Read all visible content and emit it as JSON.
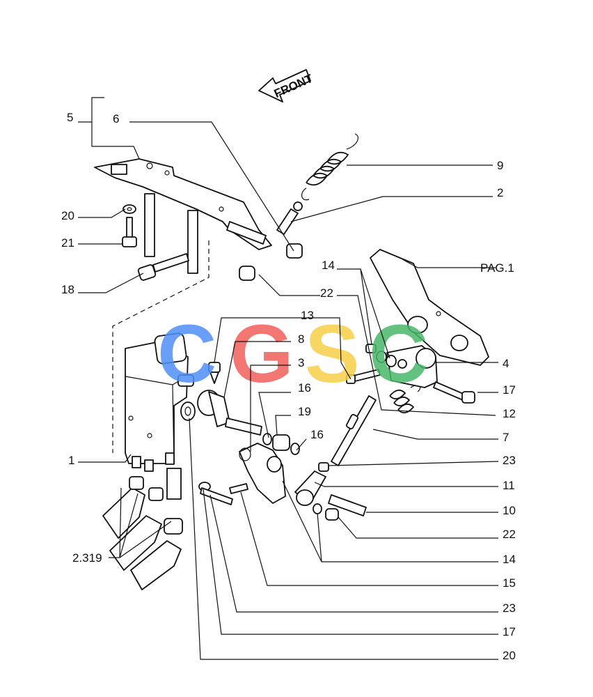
{
  "orientation": {
    "front_label": "FRONT"
  },
  "watermark": {
    "text": "CGSC",
    "colors": [
      "#4f8ff7",
      "#f0605a",
      "#f6d04a",
      "#49b86a"
    ]
  },
  "labels": {
    "l1": "1",
    "l2": "2",
    "l3": "3",
    "l4": "4",
    "l5": "5",
    "l6": "6",
    "l7": "7",
    "l8": "8",
    "l9": "9",
    "l10": "10",
    "l11": "11",
    "l12": "12",
    "l13": "13",
    "l14a": "14",
    "l14b": "14",
    "l15": "15",
    "l16a": "16",
    "l16b": "16",
    "l17a": "17",
    "l17b": "17",
    "l18": "18",
    "l19": "19",
    "l20a": "20",
    "l20b": "20",
    "l21": "21",
    "l22a": "22",
    "l22b": "22",
    "l23a": "23",
    "l23b": "23",
    "pag": "PAG.1",
    "ref": "2.319"
  }
}
